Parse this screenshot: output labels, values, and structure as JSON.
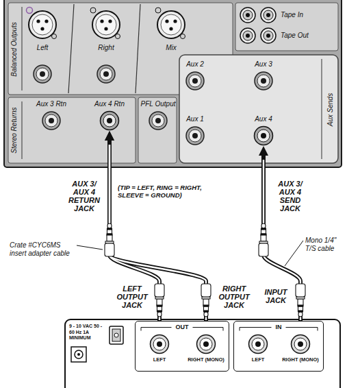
{
  "diagram": {
    "nodes": [
      {
        "text": [
          "Aux 4 Rtn"
        ]
      },
      {
        "text": [
          "Aux 4"
        ]
      },
      {
        "text": [
          "OUT"
        ]
      },
      {
        "text": [
          "LEFT"
        ],
        "in": 2
      },
      {
        "text": [
          "RIGHT (MONO)"
        ],
        "in": 2
      },
      {
        "text": [
          "IN"
        ]
      },
      {
        "text": [
          "LEFT"
        ],
        "in": 5
      },
      {
        "text": [
          "RIGHT (MONO)"
        ],
        "in": 5
      }
    ],
    "edges": [
      {
        "from": 0,
        "to": 3,
        "arrow": "both"
      },
      {
        "from": 0,
        "to": 4,
        "arrow": "both"
      },
      {
        "from": 1,
        "to": 7,
        "arrow": "both"
      }
    ],
    "labels": [
      "Balanced Outputs",
      "Left",
      "Right",
      "Mix",
      "Tape In",
      "Tape Out",
      "Aux 2",
      "Aux 3",
      "Aux 1",
      "Aux Sends",
      "Stereo Returns",
      "Aux 3 Rtn",
      "PFL Output",
      "AUX 3/ AUX 4 RETURN JACK",
      "(TIP = LEFT, RING = RIGHT, SLEEVE = GROUND)",
      "AUX 3/ AUX 4 SEND JACK",
      "Mono 1/4\" T/S cable",
      "Crate #CYC6MS insert adapter cable",
      "LEFT OUTPUT JACK",
      "RIGHT OUTPUT JACK",
      "INPUT JACK",
      "9 - 10 VAC 50 - 60 Hz 1A MINIMUM"
    ]
  }
}
